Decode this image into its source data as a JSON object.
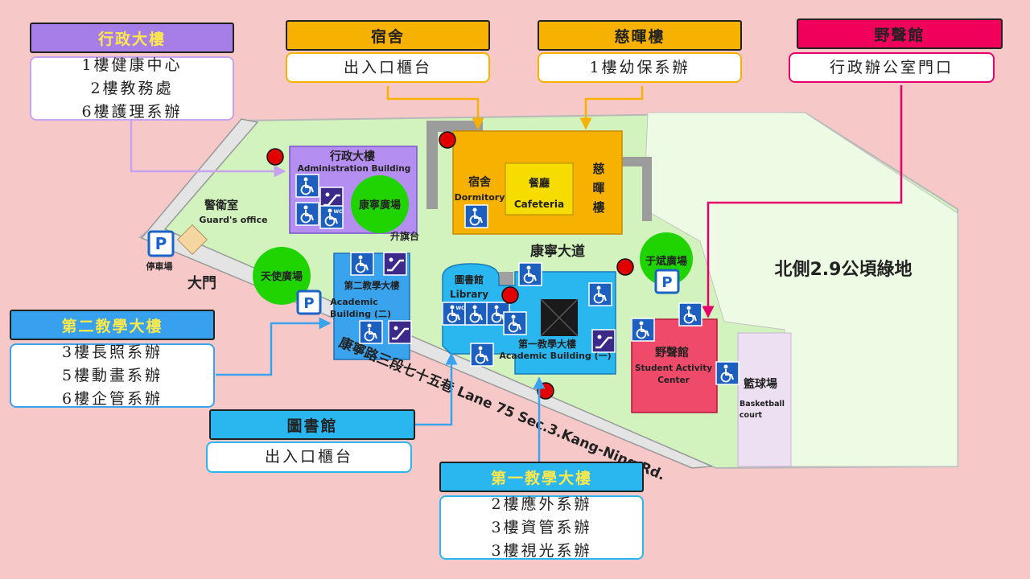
{
  "callouts": {
    "admin": {
      "title": "行政大樓",
      "lines": [
        "1樓健康中心",
        "2樓教務處",
        "6樓護理系辦"
      ]
    },
    "dorm": {
      "title": "宿舍",
      "lines": [
        "出入口櫃台"
      ]
    },
    "cihui": {
      "title": "慈暉樓",
      "lines": [
        "1樓幼保系辦"
      ]
    },
    "yesheng": {
      "title": "野聲館",
      "lines": [
        "行政辦公室門口"
      ]
    },
    "second": {
      "title": "第二教學大樓",
      "lines": [
        "3樓長照系辦",
        "5樓動畫系辦",
        "6樓企管系辦"
      ]
    },
    "library": {
      "title": "圖書館",
      "lines": [
        "出入口櫃台"
      ]
    },
    "first": {
      "title": "第一教學大樓",
      "lines": [
        "2樓應外系辦",
        "3樓資管系辦",
        "3樓視光系辦"
      ]
    }
  },
  "map": {
    "admin_building": {
      "zh": "行政大樓",
      "en": "Administration Building"
    },
    "dormitory": {
      "zh": "宿舍",
      "en": "Dormitory"
    },
    "cafeteria": {
      "zh": "餐廳",
      "en": "Cafeteria"
    },
    "cihui": "慈暉樓",
    "guard": {
      "zh": "警衛室",
      "en": "Guard's office"
    },
    "parking": "停車場",
    "main_gate": "大門",
    "kangning_plaza": "康寧廣場",
    "angel_plaza": "天使廣場",
    "yubin_plaza": "于斌廣場",
    "flag_platform": "升旗台",
    "avenue": "康寧大道",
    "second_building": {
      "zh": "第二教學大樓",
      "en1": "Academic",
      "en2": "Building (二)"
    },
    "library": {
      "zh": "圖書館",
      "en": "Library"
    },
    "first_building": {
      "zh": "第一教學大樓",
      "en": "Academic Building (一)"
    },
    "student_center": {
      "zh": "野聲館",
      "en1": "Student Activity",
      "en2": "Center"
    },
    "basketball": {
      "zh": "籃球場",
      "en1": "Basketball",
      "en2": "court"
    },
    "green_area": "北側2.9公頃綠地",
    "road": "康寧路三段七十五巷 Lane 75 Sec.3.Kang-Ning Rd.",
    "wc": "WC"
  },
  "colors": {
    "background": "#f7c8c8",
    "admin_purple": "#a77ee8",
    "dorm_orange": "#f7b100",
    "yesheng_pink": "#f0005a",
    "building_blue": "#37a0ef",
    "library_blue": "#2ab6ef",
    "campus_green": "#d2f2be",
    "marker_red": "#e10000"
  }
}
